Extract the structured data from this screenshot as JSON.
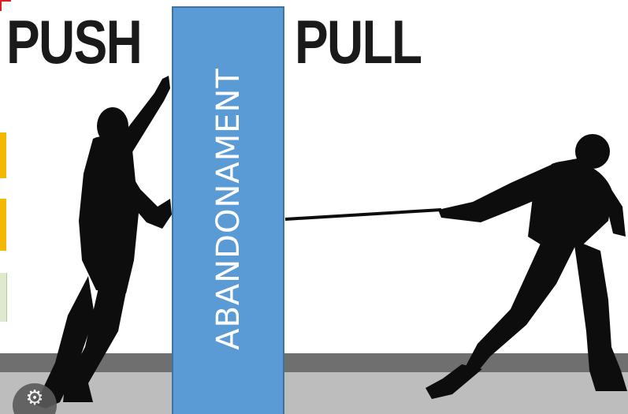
{
  "scene": {
    "left_word": "PUSH",
    "right_word": "PULL",
    "barrier_label": "ABANDONAMENT"
  },
  "colors": {
    "barrier_fill": "#5b9bd5",
    "barrier_border": "#41719c",
    "silhouette": "#0d0d0d",
    "heading": "#1a1a1a",
    "edge_tab_yellow": "#f5b800",
    "edge_tab_green": "#dfe9cf"
  },
  "overlay": {
    "lens_icon": "image-search-icon"
  }
}
